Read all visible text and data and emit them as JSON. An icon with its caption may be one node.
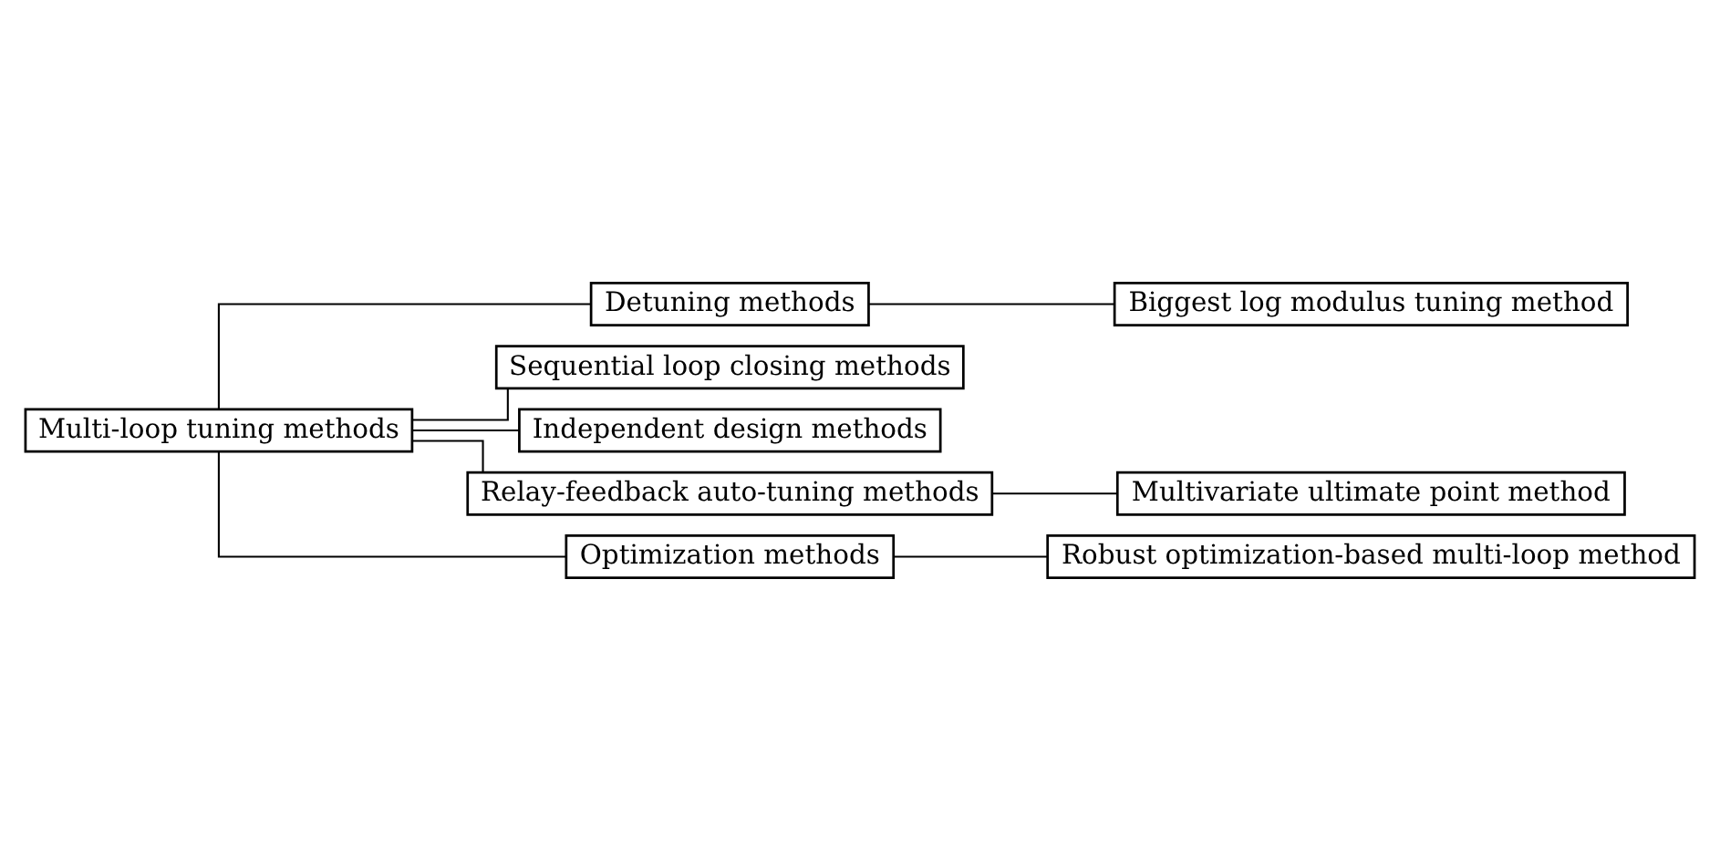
{
  "diagram": {
    "nodes": [
      {
        "text": [
          "Multi-loop tuning methods"
        ]
      },
      {
        "text": [
          "Detuning methods"
        ]
      },
      {
        "text": [
          "Biggest log modulus tuning method"
        ]
      },
      {
        "text": [
          "Sequential loop closing methods"
        ]
      },
      {
        "text": [
          "Independent design methods"
        ]
      },
      {
        "text": [
          "Relay-feedback auto-tuning methods"
        ]
      },
      {
        "text": [
          "Multivariate ultimate point method"
        ]
      },
      {
        "text": [
          "Optimization methods"
        ]
      },
      {
        "text": [
          "Robust optimization-based multi-loop method"
        ]
      }
    ],
    "edges": [
      {
        "from": 0,
        "to": 1,
        "arrow": "none"
      },
      {
        "from": 1,
        "to": 2,
        "arrow": "none"
      },
      {
        "from": 0,
        "to": 3,
        "arrow": "none"
      },
      {
        "from": 0,
        "to": 4,
        "arrow": "none"
      },
      {
        "from": 0,
        "to": 5,
        "arrow": "none"
      },
      {
        "from": 5,
        "to": 6,
        "arrow": "none"
      },
      {
        "from": 0,
        "to": 7,
        "arrow": "none"
      },
      {
        "from": 7,
        "to": 8,
        "arrow": "none"
      }
    ]
  }
}
